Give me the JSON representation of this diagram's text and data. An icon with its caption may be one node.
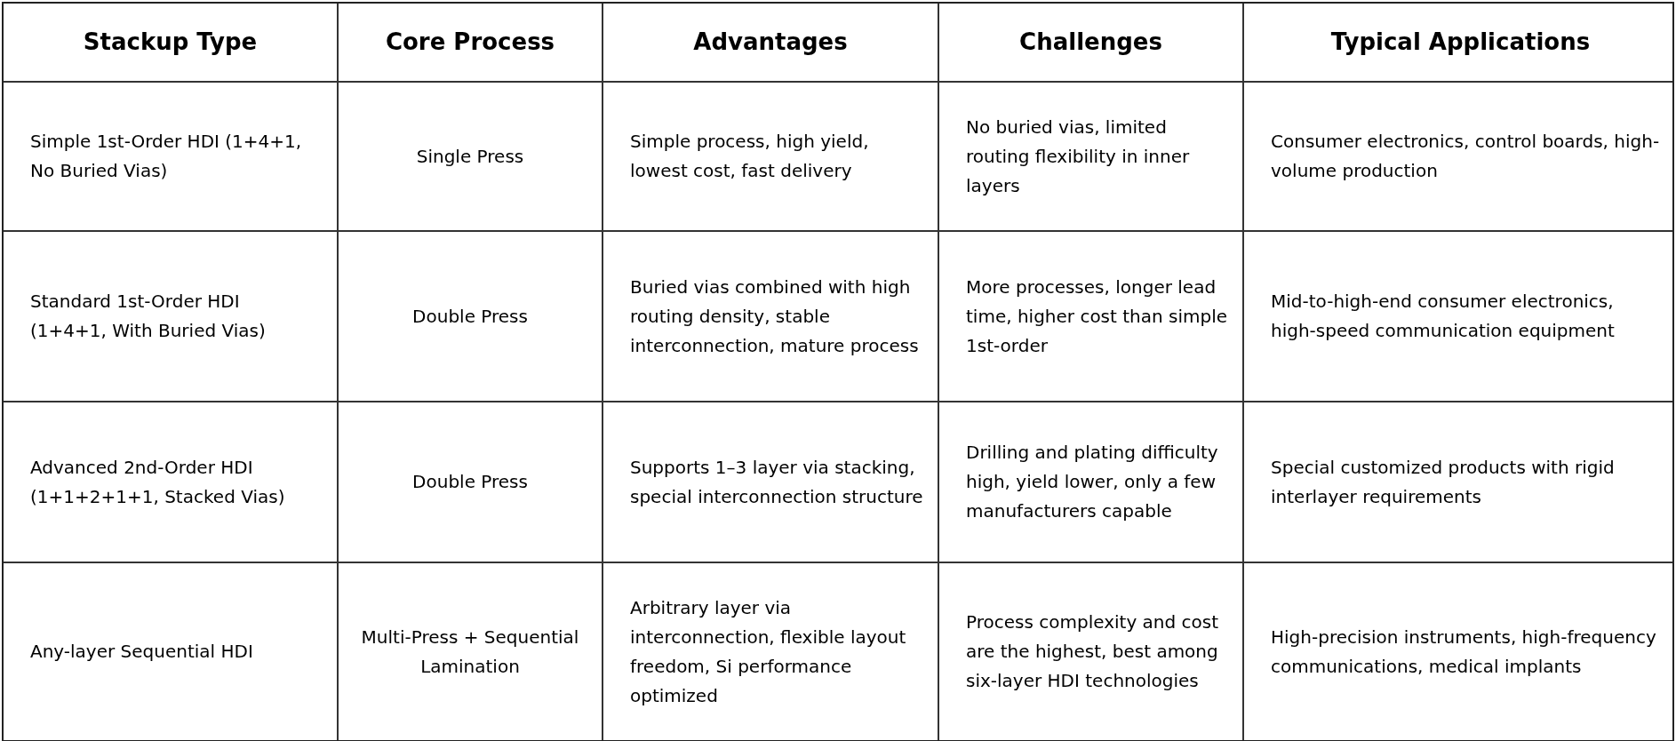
{
  "diagram": {
    "labels": [
      "Stackup Type",
      "Core Process",
      "Advantages",
      "Challenges",
      "Typical Applications",
      "Simple 1st-Order HDI (1+4+1, No Buried Vias)",
      "Single Press",
      "Simple process, high yield, lowest cost, fast delivery",
      "No buried vias, limited routing flexibility in inner layers",
      "Consumer electronics, control boards, high-volume production",
      "Standard 1st-Order HDI (1+4+1, With Buried Vias)",
      "Double Press",
      "Buried vias combined with high routing density, stable interconnection, mature process",
      "More processes, longer lead time, higher cost than simple 1st-order",
      "Mid-to-high-end consumer electronics, high-speed communication equipment",
      "Advanced 2nd-Order HDI (1+1+2+1+1, Stacked Vias)",
      "Double Press",
      "Supports 1–3 layer via stacking, special interconnection structure",
      "Drilling and plating difficulty high, yield lower, only a few manufacturers capable",
      "Special customized products with rigid interlayer requirements",
      "Any-layer Sequential HDI",
      "Multi-Press + Sequential Lamination",
      "Arbitrary layer via interconnection, flexible layout freedom, Si performance optimized",
      "Process complexity and cost are the highest, best among six-layer HDI technologies",
      "High-precision instruments, high-frequency communications, medical implants"
    ]
  }
}
